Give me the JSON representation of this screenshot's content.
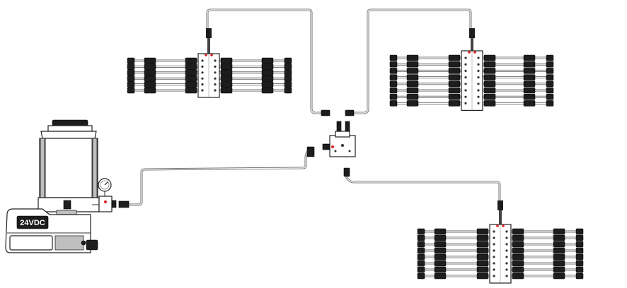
{
  "pump": {
    "voltage_label": "24VDC"
  },
  "colors": {
    "pipe": "#6f6f6f",
    "outline": "#222222",
    "fitting": "#1d1d1d",
    "port_marker": "#e02020"
  },
  "distributors": [
    {
      "id": "top-left",
      "outlets_per_side": 6
    },
    {
      "id": "top-right",
      "outlets_per_side": 8
    },
    {
      "id": "bottom-right",
      "outlets_per_side": 8
    }
  ]
}
